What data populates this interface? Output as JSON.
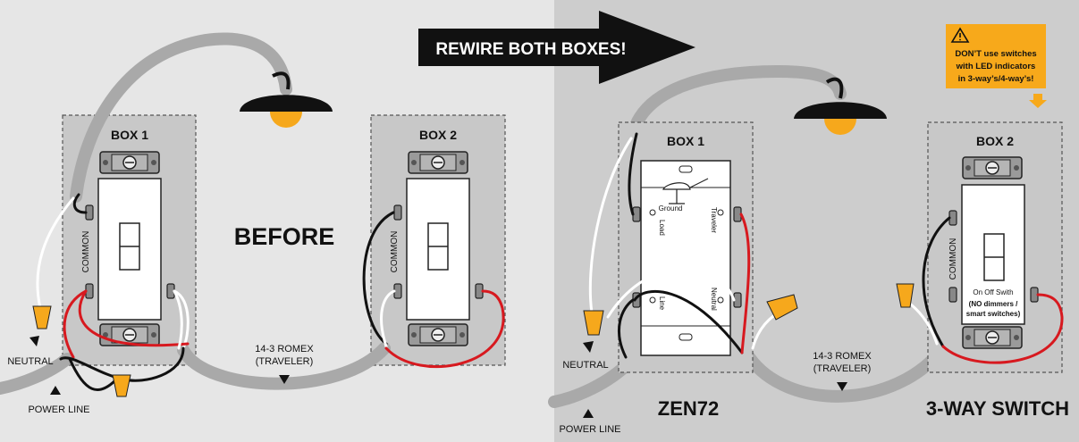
{
  "before": {
    "box1_label": "BOX 1",
    "box2_label": "BOX 2",
    "title": "BEFORE",
    "common_label_1": "COMMON",
    "common_label_2": "COMMON",
    "neutral_label": "NEUTRAL",
    "power_line_label": "POWER  LINE",
    "romex_label_1": "14-3 ROMEX",
    "romex_label_2": "(TRAVELER)"
  },
  "banner": {
    "text": "REWIRE BOTH BOXES!"
  },
  "after": {
    "box1_label": "BOX 1",
    "box2_label": "BOX 2",
    "zen_label": "ZEN72",
    "three_way_label": "3-WAY SWITCH",
    "ground_label": "Ground",
    "load_label": "Load",
    "traveler_label": "Traveler",
    "line_label": "Line",
    "neutral_terminal_label": "Neutral",
    "common_label": "COMMON",
    "on_off_label": "On Off Swith",
    "no_dimmers_label_1": "(NO dimmers /",
    "no_dimmers_label_2": "smart switches)",
    "neutral_label": "NEUTRAL",
    "power_line_label": "POWER LINE",
    "romex_label_1": "14-3 ROMEX",
    "romex_label_2": "(TRAVELER)"
  },
  "warning": {
    "icon": "warning-triangle-icon",
    "line1": "DON’T use switches",
    "line2": "with LED indicators",
    "line3": "in 3-way’s/4-way’s!"
  },
  "colors": {
    "left_bg": "#e6e6e6",
    "right_bg": "#cdcdcd",
    "box_fill": "#c8c8c8",
    "cable": "#a9a9a9",
    "wire_red": "#d7191f",
    "wire_black": "#111111",
    "wire_white": "#ffffff",
    "nut_orange": "#f6a81c",
    "bulb": "#f6a81c",
    "warning_bg": "#f7a91b",
    "banner_bg": "#111111"
  }
}
